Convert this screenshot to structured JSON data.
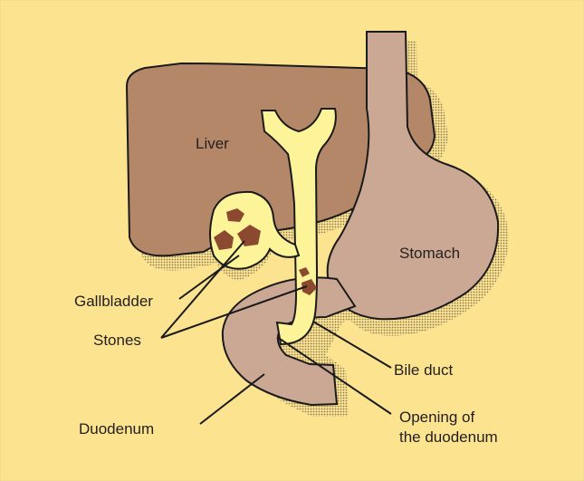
{
  "colors": {
    "background": "#fbe390",
    "liver": "#b48768",
    "stomach": "#cba894",
    "duodenum": "#cba894",
    "gallbladder": "#fdf49a",
    "duct": "#fdf49a",
    "stones": "#8b4a30",
    "outline": "#1a1a1a",
    "shadow": "#cfc49a"
  },
  "labels": {
    "liver": "Liver",
    "stomach": "Stomach",
    "gallbladder": "Gallbladder",
    "stones": "Stones",
    "bile_duct": "Bile duct",
    "duodenum": "Duodenum",
    "opening_line1": "Opening of",
    "opening_line2": "the duodenum"
  }
}
